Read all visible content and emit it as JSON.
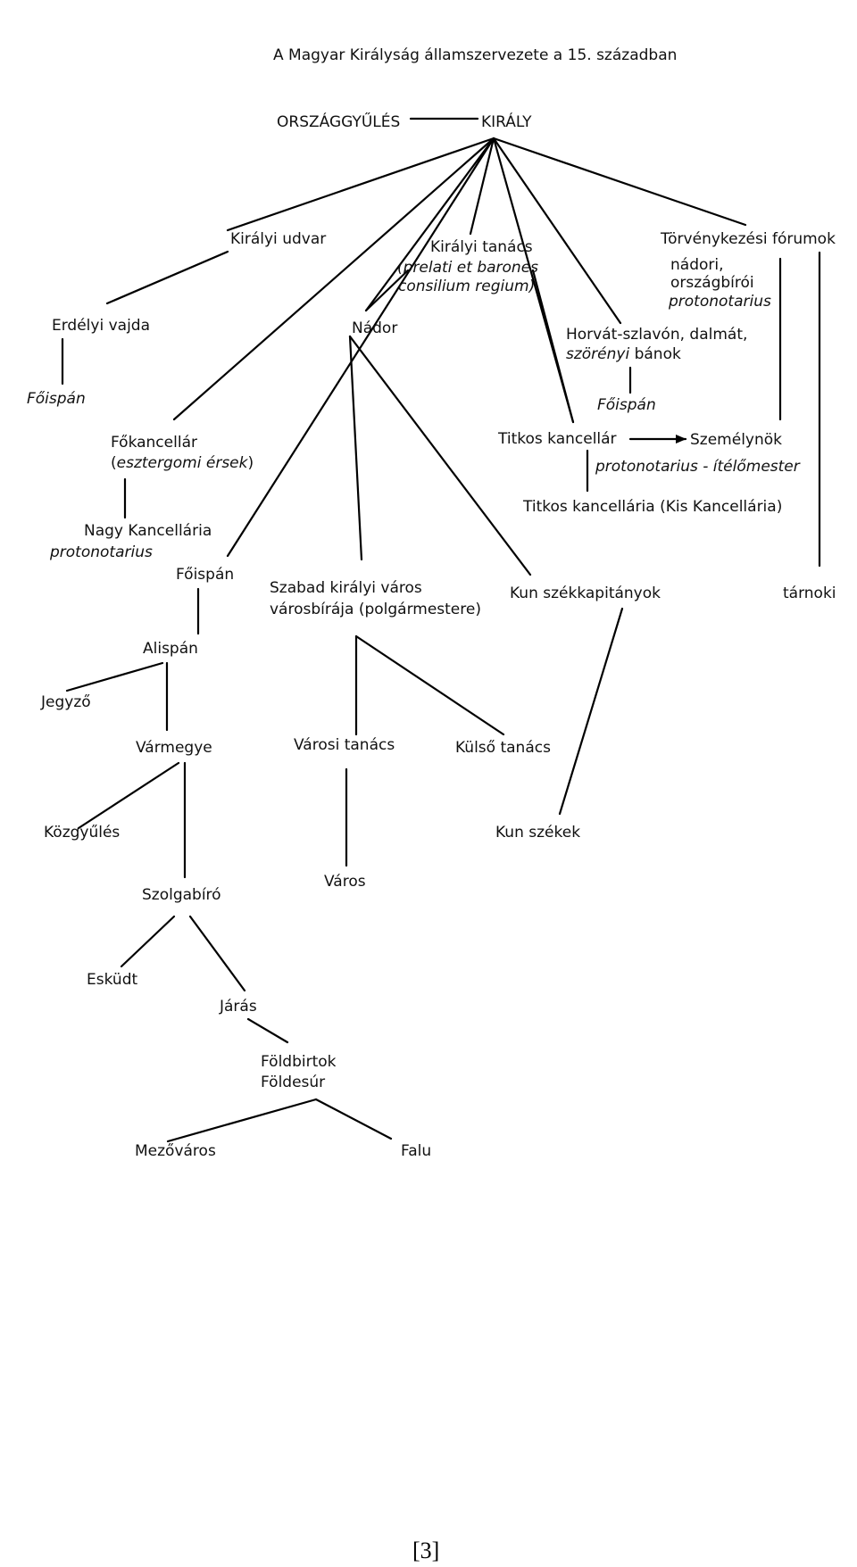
{
  "title": "A Magyar Királyság államszervezete a 15. században",
  "nodes": {
    "orszaggyules": "ORSZÁGGYŰLÉS",
    "kiraly": "KIRÁLY",
    "kiralyi_udvar": "Királyi udvar",
    "kiralyi_tanacs": "Királyi tanács",
    "kiralyi_tanacs_note_1": "(prelati et barones",
    "kiralyi_tanacs_note_2": "consilium regium)",
    "torvenykezesi_forumok": "Törvénykezési fórumok",
    "nadori_1": "nádori,",
    "nadori_2": "országbírói",
    "nadori_3": "protonotarius",
    "erdelyi_vajda": "Erdélyi vajda",
    "nador": "Nádor",
    "horvat_1": "Horvát-szlavón, dalmát,",
    "horvat_2_italic": "szörényi",
    "horvat_2_rest": "bánok",
    "foispan_erdely": "Főispán",
    "foispan_horvat": "Főispán",
    "fokancellar_1": "Főkancellár",
    "fokancellar_2": "(esztergomi érsek)",
    "titkos_kancellar": "Titkos kancellár",
    "szemelynok": "Személynök",
    "protonotarius_itelomester": "protonotarius - ítélőmester",
    "titkos_kancellaria": "Titkos kancellária (Kis Kancellária)",
    "nagy_kancellaria": "Nagy Kancellária",
    "nagy_kancellaria_protonotarius": "protonotarius",
    "foispan_megye": "Főispán",
    "szabad_kiralyi_varos_1": "Szabad királyi város",
    "szabad_kiralyi_varos_2": "városbírája (polgármestere)",
    "kun_szekkapitanyok": "Kun székkapitányok",
    "tarnoki": "tárnoki",
    "alispan": "Alispán",
    "jegyzo": "Jegyző",
    "varmegye": "Vármegye",
    "varosi_tanacs": "Városi tanács",
    "kulso_tanacs": "Külső tanács",
    "kozgyules": "Közgyűlés",
    "kun_szekek": "Kun székek",
    "szolgabiro": "Szolgabíró",
    "varos": "Város",
    "eskudt": "Esküdt",
    "jaras": "Járás",
    "foldbirtok": "Földbirtok",
    "foldesur": "Földesúr",
    "mezovaros": "Mezőváros",
    "falu": "Falu"
  },
  "reference": "[3]"
}
